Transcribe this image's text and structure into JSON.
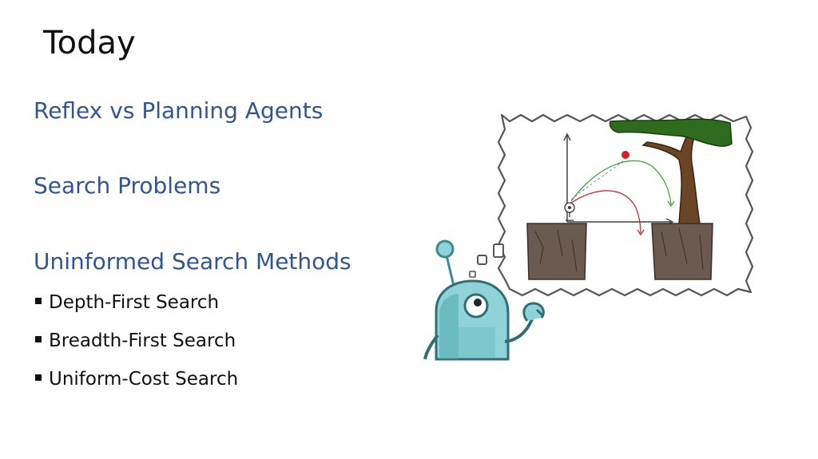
{
  "slide": {
    "title": "Today",
    "headings": [
      "Reflex vs Planning Agents",
      "Search Problems",
      "Uninformed Search Methods"
    ],
    "bullets": [
      "Depth-First Search",
      "Breadth-First Search",
      "Uniform-Cost Search"
    ]
  },
  "colors": {
    "title_text": "#111111",
    "heading_text": "#2f5597",
    "bullet_text": "#111111",
    "robot_body": "#8fd3d8",
    "robot_dark": "#3f8a90",
    "tree_trunk": "#6b4526",
    "tree_leaves": "#2f6b1f",
    "cliff": "#6a5a50",
    "apple": "#d62020"
  },
  "icons": {
    "illustration": "thinking-robot-apple-tree-icon"
  }
}
